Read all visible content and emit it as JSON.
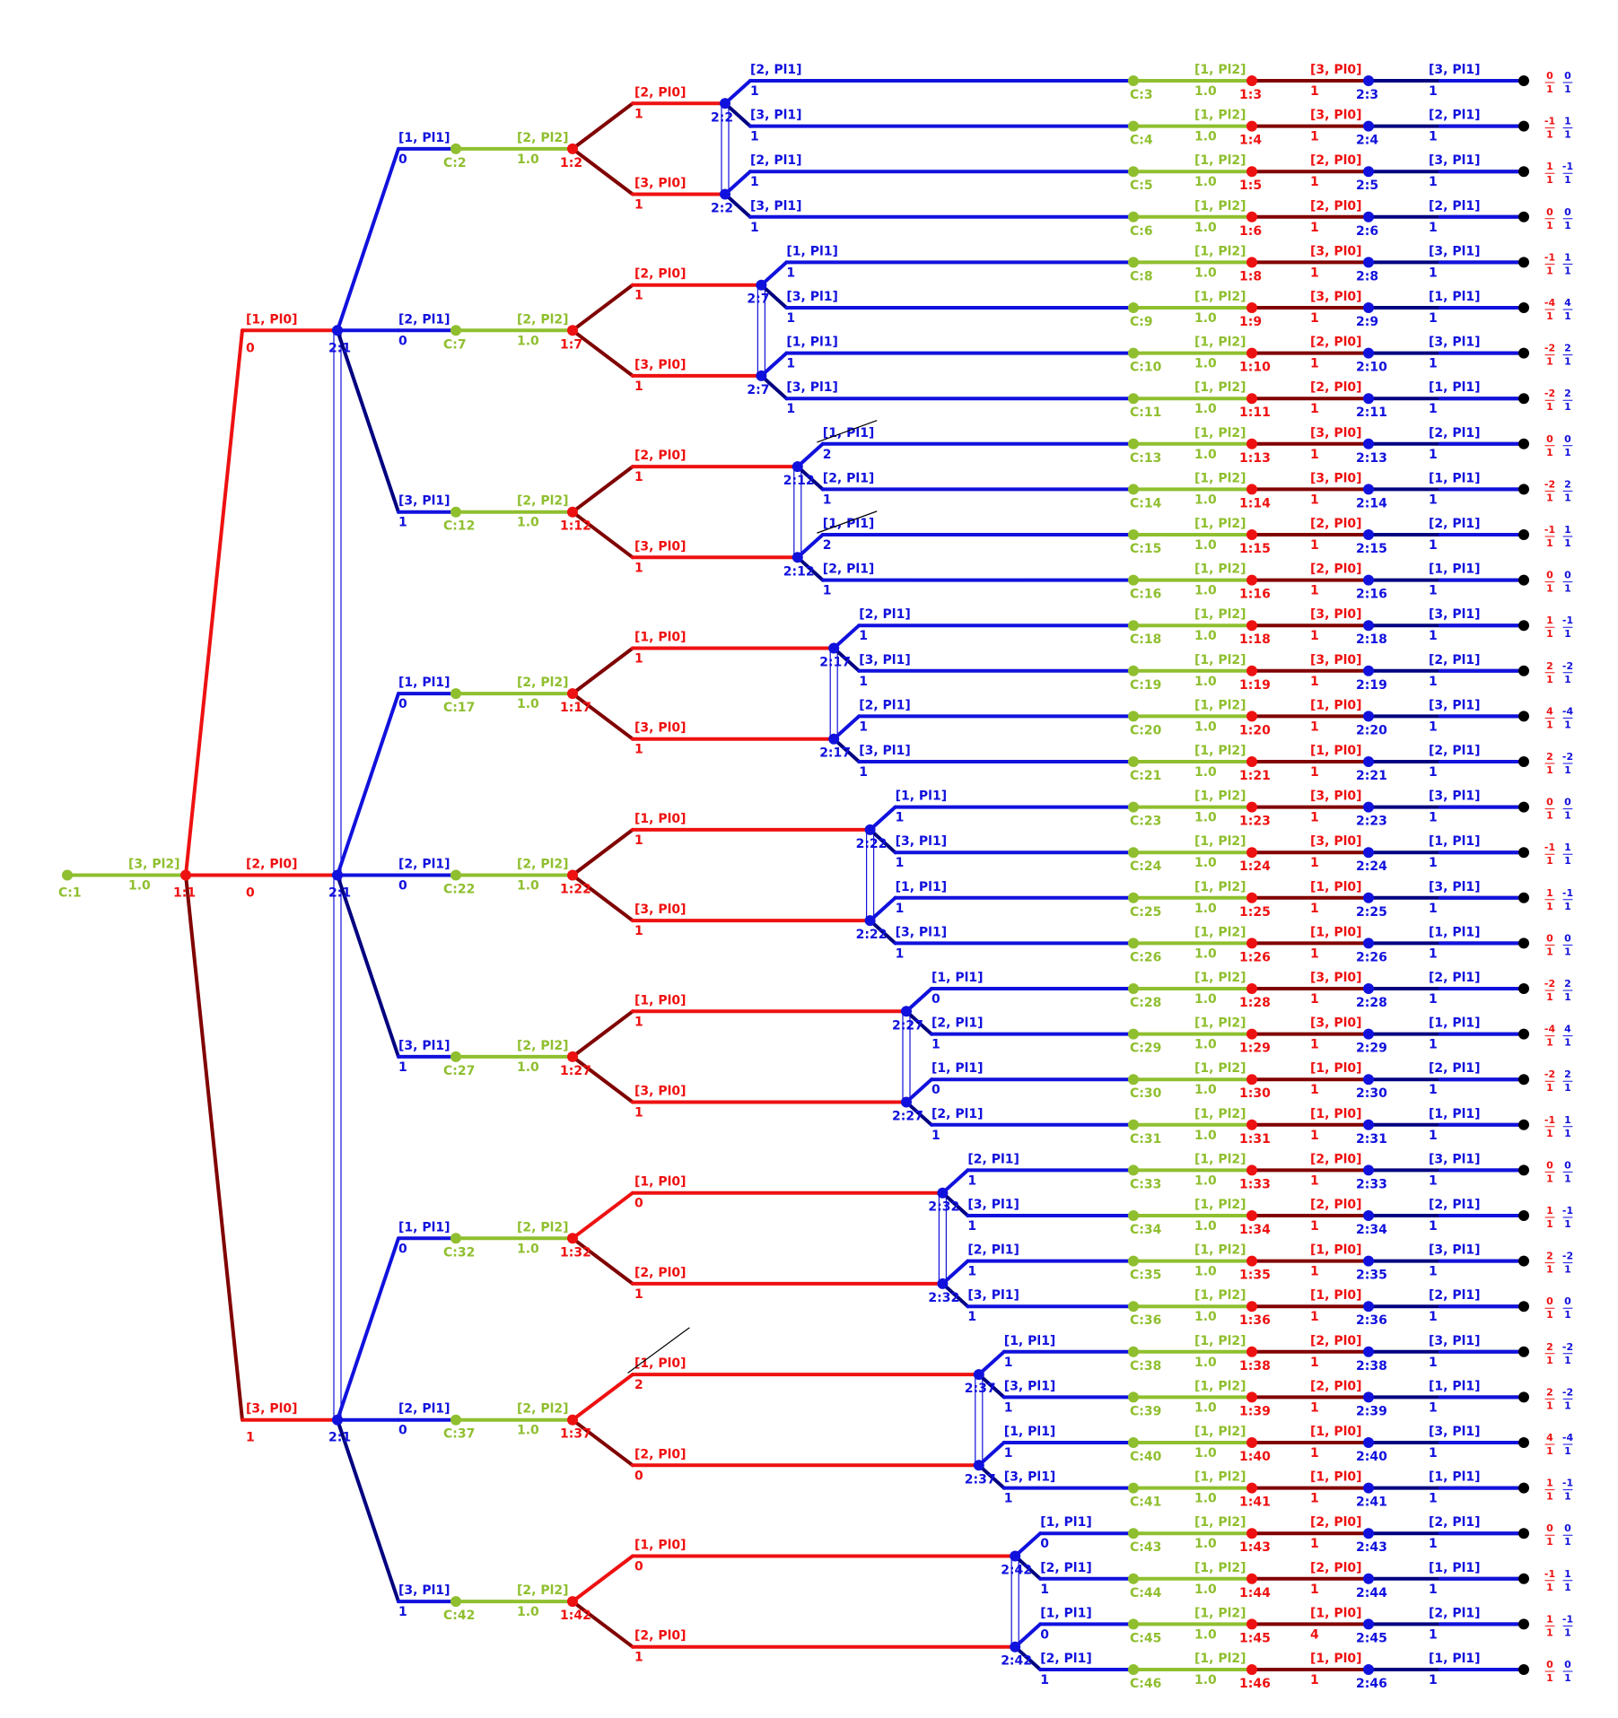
{
  "colors": {
    "chance": "#8fbf2f",
    "p1": "#ee1111",
    "p2": "#1111dd",
    "p1_dark": "#800000",
    "p2_dark": "#000080",
    "term": "#000000"
  },
  "root": {
    "id": "C:1",
    "move": "[3, Pl2]",
    "prob": "1.0",
    "p1_id": "1:1"
  },
  "p1_moves": [
    {
      "label": "[1, Pl0]",
      "prob": "0"
    },
    {
      "label": "[2, Pl0]",
      "prob": "0"
    },
    {
      "label": "[3, Pl0]",
      "prob": "1"
    }
  ],
  "p2_root_id": "2:1",
  "groups": [
    {
      "p2": {
        "label": "[1, Pl1]",
        "prob": "0"
      },
      "chance": {
        "id": "C:2",
        "move": "[2, Pl2]",
        "prob": "1.0"
      },
      "p1_id": "1:2",
      "p1_branches": [
        {
          "label": "[2, Pl0]",
          "prob": "1"
        },
        {
          "label": "[3, Pl0]",
          "prob": "1"
        }
      ],
      "p2_id": "2:2",
      "leaves": [
        {
          "p2": {
            "label": "[2, Pl1]",
            "prob": "1"
          },
          "c_id": "C:3",
          "c_move": "[1, Pl2]",
          "c_prob": "1.0",
          "p1_id": "1:3",
          "p1_move": "[3, Pl0]",
          "p1_prob": "1",
          "p2_id": "2:3",
          "p2_move": "[3, Pl1]",
          "p2_prob": "1",
          "pay1": "0",
          "pay2": "0"
        },
        {
          "p2": {
            "label": "[3, Pl1]",
            "prob": "1"
          },
          "c_id": "C:4",
          "c_move": "[1, Pl2]",
          "c_prob": "1.0",
          "p1_id": "1:4",
          "p1_move": "[3, Pl0]",
          "p1_prob": "1",
          "p2_id": "2:4",
          "p2_move": "[2, Pl1]",
          "p2_prob": "1",
          "pay1": "-1",
          "pay2": "1"
        },
        {
          "p2": {
            "label": "[2, Pl1]",
            "prob": "1"
          },
          "c_id": "C:5",
          "c_move": "[1, Pl2]",
          "c_prob": "1.0",
          "p1_id": "1:5",
          "p1_move": "[2, Pl0]",
          "p1_prob": "1",
          "p2_id": "2:5",
          "p2_move": "[3, Pl1]",
          "p2_prob": "1",
          "pay1": "1",
          "pay2": "-1"
        },
        {
          "p2": {
            "label": "[3, Pl1]",
            "prob": "1"
          },
          "c_id": "C:6",
          "c_move": "[1, Pl2]",
          "c_prob": "1.0",
          "p1_id": "1:6",
          "p1_move": "[2, Pl0]",
          "p1_prob": "1",
          "p2_id": "2:6",
          "p2_move": "[2, Pl1]",
          "p2_prob": "1",
          "pay1": "0",
          "pay2": "0"
        }
      ]
    },
    {
      "p2": {
        "label": "[2, Pl1]",
        "prob": "0"
      },
      "chance": {
        "id": "C:7",
        "move": "[2, Pl2]",
        "prob": "1.0"
      },
      "p1_id": "1:7",
      "p1_branches": [
        {
          "label": "[2, Pl0]",
          "prob": "1"
        },
        {
          "label": "[3, Pl0]",
          "prob": "1"
        }
      ],
      "p2_id": "2:7",
      "leaves": [
        {
          "p2": {
            "label": "[1, Pl1]",
            "prob": "1"
          },
          "c_id": "C:8",
          "c_move": "[1, Pl2]",
          "c_prob": "1.0",
          "p1_id": "1:8",
          "p1_move": "[3, Pl0]",
          "p1_prob": "1",
          "p2_id": "2:8",
          "p2_move": "[3, Pl1]",
          "p2_prob": "1",
          "pay1": "-1",
          "pay2": "1"
        },
        {
          "p2": {
            "label": "[3, Pl1]",
            "prob": "1"
          },
          "c_id": "C:9",
          "c_move": "[1, Pl2]",
          "c_prob": "1.0",
          "p1_id": "1:9",
          "p1_move": "[3, Pl0]",
          "p1_prob": "1",
          "p2_id": "2:9",
          "p2_move": "[1, Pl1]",
          "p2_prob": "1",
          "pay1": "-4",
          "pay2": "4"
        },
        {
          "p2": {
            "label": "[1, Pl1]",
            "prob": "1"
          },
          "c_id": "C:10",
          "c_move": "[1, Pl2]",
          "c_prob": "1.0",
          "p1_id": "1:10",
          "p1_move": "[2, Pl0]",
          "p1_prob": "1",
          "p2_id": "2:10",
          "p2_move": "[3, Pl1]",
          "p2_prob": "1",
          "pay1": "-2",
          "pay2": "2"
        },
        {
          "p2": {
            "label": "[3, Pl1]",
            "prob": "1"
          },
          "c_id": "C:11",
          "c_move": "[1, Pl2]",
          "c_prob": "1.0",
          "p1_id": "1:11",
          "p1_move": "[2, Pl0]",
          "p1_prob": "1",
          "p2_id": "2:11",
          "p2_move": "[1, Pl1]",
          "p2_prob": "1",
          "pay1": "-2",
          "pay2": "2"
        }
      ]
    },
    {
      "p2": {
        "label": "[3, Pl1]",
        "prob": "1"
      },
      "chance": {
        "id": "C:12",
        "move": "[2, Pl2]",
        "prob": "1.0"
      },
      "p1_id": "1:12",
      "p1_branches": [
        {
          "label": "[2, Pl0]",
          "prob": "1"
        },
        {
          "label": "[3, Pl0]",
          "prob": "1"
        }
      ],
      "p2_id": "2:12",
      "leaves": [
        {
          "p2": {
            "label": "[1, Pl1]",
            "prob": "2",
            "struck": true
          },
          "c_id": "C:13",
          "c_move": "[1, Pl2]",
          "c_prob": "1.0",
          "p1_id": "1:13",
          "p1_move": "[3, Pl0]",
          "p1_prob": "1",
          "p2_id": "2:13",
          "p2_move": "[2, Pl1]",
          "p2_prob": "1",
          "pay1": "0",
          "pay2": "0"
        },
        {
          "p2": {
            "label": "[2, Pl1]",
            "prob": "1"
          },
          "c_id": "C:14",
          "c_move": "[1, Pl2]",
          "c_prob": "1.0",
          "p1_id": "1:14",
          "p1_move": "[3, Pl0]",
          "p1_prob": "1",
          "p2_id": "2:14",
          "p2_move": "[1, Pl1]",
          "p2_prob": "1",
          "pay1": "-2",
          "pay2": "2"
        },
        {
          "p2": {
            "label": "[1, Pl1]",
            "prob": "2",
            "struck": true
          },
          "c_id": "C:15",
          "c_move": "[1, Pl2]",
          "c_prob": "1.0",
          "p1_id": "1:15",
          "p1_move": "[2, Pl0]",
          "p1_prob": "1",
          "p2_id": "2:15",
          "p2_move": "[2, Pl1]",
          "p2_prob": "1",
          "pay1": "-1",
          "pay2": "1"
        },
        {
          "p2": {
            "label": "[2, Pl1]",
            "prob": "1"
          },
          "c_id": "C:16",
          "c_move": "[1, Pl2]",
          "c_prob": "1.0",
          "p1_id": "1:16",
          "p1_move": "[2, Pl0]",
          "p1_prob": "1",
          "p2_id": "2:16",
          "p2_move": "[1, Pl1]",
          "p2_prob": "1",
          "pay1": "0",
          "pay2": "0"
        }
      ]
    },
    {
      "p2": {
        "label": "[1, Pl1]",
        "prob": "0"
      },
      "chance": {
        "id": "C:17",
        "move": "[2, Pl2]",
        "prob": "1.0"
      },
      "p1_id": "1:17",
      "p1_branches": [
        {
          "label": "[1, Pl0]",
          "prob": "1"
        },
        {
          "label": "[3, Pl0]",
          "prob": "1"
        }
      ],
      "p2_id": "2:17",
      "leaves": [
        {
          "p2": {
            "label": "[2, Pl1]",
            "prob": "1"
          },
          "c_id": "C:18",
          "c_move": "[1, Pl2]",
          "c_prob": "1.0",
          "p1_id": "1:18",
          "p1_move": "[3, Pl0]",
          "p1_prob": "1",
          "p2_id": "2:18",
          "p2_move": "[3, Pl1]",
          "p2_prob": "1",
          "pay1": "1",
          "pay2": "-1"
        },
        {
          "p2": {
            "label": "[3, Pl1]",
            "prob": "1"
          },
          "c_id": "C:19",
          "c_move": "[1, Pl2]",
          "c_prob": "1.0",
          "p1_id": "1:19",
          "p1_move": "[3, Pl0]",
          "p1_prob": "1",
          "p2_id": "2:19",
          "p2_move": "[2, Pl1]",
          "p2_prob": "1",
          "pay1": "2",
          "pay2": "-2"
        },
        {
          "p2": {
            "label": "[2, Pl1]",
            "prob": "1"
          },
          "c_id": "C:20",
          "c_move": "[1, Pl2]",
          "c_prob": "1.0",
          "p1_id": "1:20",
          "p1_move": "[1, Pl0]",
          "p1_prob": "1",
          "p2_id": "2:20",
          "p2_move": "[3, Pl1]",
          "p2_prob": "1",
          "pay1": "4",
          "pay2": "-4"
        },
        {
          "p2": {
            "label": "[3, Pl1]",
            "prob": "1"
          },
          "c_id": "C:21",
          "c_move": "[1, Pl2]",
          "c_prob": "1.0",
          "p1_id": "1:21",
          "p1_move": "[1, Pl0]",
          "p1_prob": "1",
          "p2_id": "2:21",
          "p2_move": "[2, Pl1]",
          "p2_prob": "1",
          "pay1": "2",
          "pay2": "-2"
        }
      ]
    },
    {
      "p2": {
        "label": "[2, Pl1]",
        "prob": "0"
      },
      "chance": {
        "id": "C:22",
        "move": "[2, Pl2]",
        "prob": "1.0"
      },
      "p1_id": "1:22",
      "p1_branches": [
        {
          "label": "[1, Pl0]",
          "prob": "1"
        },
        {
          "label": "[3, Pl0]",
          "prob": "1"
        }
      ],
      "p2_id": "2:22",
      "leaves": [
        {
          "p2": {
            "label": "[1, Pl1]",
            "prob": "1"
          },
          "c_id": "C:23",
          "c_move": "[1, Pl2]",
          "c_prob": "1.0",
          "p1_id": "1:23",
          "p1_move": "[3, Pl0]",
          "p1_prob": "1",
          "p2_id": "2:23",
          "p2_move": "[3, Pl1]",
          "p2_prob": "1",
          "pay1": "0",
          "pay2": "0"
        },
        {
          "p2": {
            "label": "[3, Pl1]",
            "prob": "1"
          },
          "c_id": "C:24",
          "c_move": "[1, Pl2]",
          "c_prob": "1.0",
          "p1_id": "1:24",
          "p1_move": "[3, Pl0]",
          "p1_prob": "1",
          "p2_id": "2:24",
          "p2_move": "[1, Pl1]",
          "p2_prob": "1",
          "pay1": "-1",
          "pay2": "1"
        },
        {
          "p2": {
            "label": "[1, Pl1]",
            "prob": "1"
          },
          "c_id": "C:25",
          "c_move": "[1, Pl2]",
          "c_prob": "1.0",
          "p1_id": "1:25",
          "p1_move": "[1, Pl0]",
          "p1_prob": "1",
          "p2_id": "2:25",
          "p2_move": "[3, Pl1]",
          "p2_prob": "1",
          "pay1": "1",
          "pay2": "-1"
        },
        {
          "p2": {
            "label": "[3, Pl1]",
            "prob": "1"
          },
          "c_id": "C:26",
          "c_move": "[1, Pl2]",
          "c_prob": "1.0",
          "p1_id": "1:26",
          "p1_move": "[1, Pl0]",
          "p1_prob": "1",
          "p2_id": "2:26",
          "p2_move": "[1, Pl1]",
          "p2_prob": "1",
          "pay1": "0",
          "pay2": "0"
        }
      ]
    },
    {
      "p2": {
        "label": "[3, Pl1]",
        "prob": "1"
      },
      "chance": {
        "id": "C:27",
        "move": "[2, Pl2]",
        "prob": "1.0"
      },
      "p1_id": "1:27",
      "p1_branches": [
        {
          "label": "[1, Pl0]",
          "prob": "1"
        },
        {
          "label": "[3, Pl0]",
          "prob": "1"
        }
      ],
      "p2_id": "2:27",
      "leaves": [
        {
          "p2": {
            "label": "[1, Pl1]",
            "prob": "0"
          },
          "c_id": "C:28",
          "c_move": "[1, Pl2]",
          "c_prob": "1.0",
          "p1_id": "1:28",
          "p1_move": "[3, Pl0]",
          "p1_prob": "1",
          "p2_id": "2:28",
          "p2_move": "[2, Pl1]",
          "p2_prob": "1",
          "pay1": "-2",
          "pay2": "2"
        },
        {
          "p2": {
            "label": "[2, Pl1]",
            "prob": "1"
          },
          "c_id": "C:29",
          "c_move": "[1, Pl2]",
          "c_prob": "1.0",
          "p1_id": "1:29",
          "p1_move": "[3, Pl0]",
          "p1_prob": "1",
          "p2_id": "2:29",
          "p2_move": "[1, Pl1]",
          "p2_prob": "1",
          "pay1": "-4",
          "pay2": "4"
        },
        {
          "p2": {
            "label": "[1, Pl1]",
            "prob": "0"
          },
          "c_id": "C:30",
          "c_move": "[1, Pl2]",
          "c_prob": "1.0",
          "p1_id": "1:30",
          "p1_move": "[1, Pl0]",
          "p1_prob": "1",
          "p2_id": "2:30",
          "p2_move": "[2, Pl1]",
          "p2_prob": "1",
          "pay1": "-2",
          "pay2": "2"
        },
        {
          "p2": {
            "label": "[2, Pl1]",
            "prob": "1"
          },
          "c_id": "C:31",
          "c_move": "[1, Pl2]",
          "c_prob": "1.0",
          "p1_id": "1:31",
          "p1_move": "[1, Pl0]",
          "p1_prob": "1",
          "p2_id": "2:31",
          "p2_move": "[1, Pl1]",
          "p2_prob": "1",
          "pay1": "-1",
          "pay2": "1"
        }
      ]
    },
    {
      "p2": {
        "label": "[1, Pl1]",
        "prob": "0"
      },
      "chance": {
        "id": "C:32",
        "move": "[2, Pl2]",
        "prob": "1.0"
      },
      "p1_id": "1:32",
      "p1_branches": [
        {
          "label": "[1, Pl0]",
          "prob": "0"
        },
        {
          "label": "[2, Pl0]",
          "prob": "1"
        }
      ],
      "p2_id": "2:32",
      "leaves": [
        {
          "p2": {
            "label": "[2, Pl1]",
            "prob": "1"
          },
          "c_id": "C:33",
          "c_move": "[1, Pl2]",
          "c_prob": "1.0",
          "p1_id": "1:33",
          "p1_move": "[2, Pl0]",
          "p1_prob": "1",
          "p2_id": "2:33",
          "p2_move": "[3, Pl1]",
          "p2_prob": "1",
          "pay1": "0",
          "pay2": "0"
        },
        {
          "p2": {
            "label": "[3, Pl1]",
            "prob": "1"
          },
          "c_id": "C:34",
          "c_move": "[1, Pl2]",
          "c_prob": "1.0",
          "p1_id": "1:34",
          "p1_move": "[2, Pl0]",
          "p1_prob": "1",
          "p2_id": "2:34",
          "p2_move": "[2, Pl1]",
          "p2_prob": "1",
          "pay1": "1",
          "pay2": "-1"
        },
        {
          "p2": {
            "label": "[2, Pl1]",
            "prob": "1"
          },
          "c_id": "C:35",
          "c_move": "[1, Pl2]",
          "c_prob": "1.0",
          "p1_id": "1:35",
          "p1_move": "[1, Pl0]",
          "p1_prob": "1",
          "p2_id": "2:35",
          "p2_move": "[3, Pl1]",
          "p2_prob": "1",
          "pay1": "2",
          "pay2": "-2"
        },
        {
          "p2": {
            "label": "[3, Pl1]",
            "prob": "1"
          },
          "c_id": "C:36",
          "c_move": "[1, Pl2]",
          "c_prob": "1.0",
          "p1_id": "1:36",
          "p1_move": "[1, Pl0]",
          "p1_prob": "1",
          "p2_id": "2:36",
          "p2_move": "[2, Pl1]",
          "p2_prob": "1",
          "pay1": "0",
          "pay2": "0"
        }
      ]
    },
    {
      "p2": {
        "label": "[2, Pl1]",
        "prob": "0"
      },
      "chance": {
        "id": "C:37",
        "move": "[2, Pl2]",
        "prob": "1.0"
      },
      "p1_id": "1:37",
      "p1_branches": [
        {
          "label": "[1, Pl0]",
          "prob": "2",
          "struck": true
        },
        {
          "label": "[2, Pl0]",
          "prob": "0"
        }
      ],
      "p2_id": "2:37",
      "leaves": [
        {
          "p2": {
            "label": "[1, Pl1]",
            "prob": "1"
          },
          "c_id": "C:38",
          "c_move": "[1, Pl2]",
          "c_prob": "1.0",
          "p1_id": "1:38",
          "p1_move": "[2, Pl0]",
          "p1_prob": "1",
          "p2_id": "2:38",
          "p2_move": "[3, Pl1]",
          "p2_prob": "1",
          "pay1": "2",
          "pay2": "-2"
        },
        {
          "p2": {
            "label": "[3, Pl1]",
            "prob": "1"
          },
          "c_id": "C:39",
          "c_move": "[1, Pl2]",
          "c_prob": "1.0",
          "p1_id": "1:39",
          "p1_move": "[2, Pl0]",
          "p1_prob": "1",
          "p2_id": "2:39",
          "p2_move": "[1, Pl1]",
          "p2_prob": "1",
          "pay1": "2",
          "pay2": "-2"
        },
        {
          "p2": {
            "label": "[1, Pl1]",
            "prob": "1"
          },
          "c_id": "C:40",
          "c_move": "[1, Pl2]",
          "c_prob": "1.0",
          "p1_id": "1:40",
          "p1_move": "[1, Pl0]",
          "p1_prob": "1",
          "p2_id": "2:40",
          "p2_move": "[3, Pl1]",
          "p2_prob": "1",
          "pay1": "4",
          "pay2": "-4"
        },
        {
          "p2": {
            "label": "[3, Pl1]",
            "prob": "1"
          },
          "c_id": "C:41",
          "c_move": "[1, Pl2]",
          "c_prob": "1.0",
          "p1_id": "1:41",
          "p1_move": "[1, Pl0]",
          "p1_prob": "1",
          "p2_id": "2:41",
          "p2_move": "[1, Pl1]",
          "p2_prob": "1",
          "pay1": "1",
          "pay2": "-1"
        }
      ]
    },
    {
      "p2": {
        "label": "[3, Pl1]",
        "prob": "1"
      },
      "chance": {
        "id": "C:42",
        "move": "[2, Pl2]",
        "prob": "1.0"
      },
      "p1_id": "1:42",
      "p1_branches": [
        {
          "label": "[1, Pl0]",
          "prob": "0"
        },
        {
          "label": "[2, Pl0]",
          "prob": "1"
        }
      ],
      "p2_id": "2:42",
      "leaves": [
        {
          "p2": {
            "label": "[1, Pl1]",
            "prob": "0"
          },
          "c_id": "C:43",
          "c_move": "[1, Pl2]",
          "c_prob": "1.0",
          "p1_id": "1:43",
          "p1_move": "[2, Pl0]",
          "p1_prob": "1",
          "p2_id": "2:43",
          "p2_move": "[2, Pl1]",
          "p2_prob": "1",
          "pay1": "0",
          "pay2": "0"
        },
        {
          "p2": {
            "label": "[2, Pl1]",
            "prob": "1"
          },
          "c_id": "C:44",
          "c_move": "[1, Pl2]",
          "c_prob": "1.0",
          "p1_id": "1:44",
          "p1_move": "[2, Pl0]",
          "p1_prob": "1",
          "p2_id": "2:44",
          "p2_move": "[1, Pl1]",
          "p2_prob": "1",
          "pay1": "-1",
          "pay2": "1"
        },
        {
          "p2": {
            "label": "[1, Pl1]",
            "prob": "0"
          },
          "c_id": "C:45",
          "c_move": "[1, Pl2]",
          "c_prob": "1.0",
          "p1_id": "1:45",
          "p1_move": "[1, Pl0]",
          "p1_prob": "4",
          "p2_id": "2:45",
          "p2_move": "[2, Pl1]",
          "p2_prob": "1",
          "pay1": "1",
          "pay2": "-1"
        },
        {
          "p2": {
            "label": "[2, Pl1]",
            "prob": "1"
          },
          "c_id": "C:46",
          "c_move": "[1, Pl2]",
          "c_prob": "1.0",
          "p1_id": "1:46",
          "p1_move": "[1, Pl0]",
          "p1_prob": "1",
          "p2_id": "2:46",
          "p2_move": "[1, Pl1]",
          "p2_prob": "1",
          "pay1": "0",
          "pay2": "0"
        }
      ]
    }
  ]
}
